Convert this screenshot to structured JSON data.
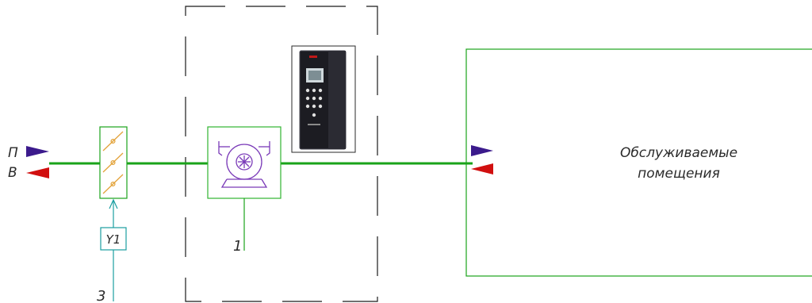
{
  "labels": {
    "supply": "П",
    "return": "В",
    "actuator": "Y1",
    "fan_ref": "1",
    "damper_ref": "3",
    "served_rooms_line1": "Обслуживаемые",
    "served_rooms_line2": "помещения"
  },
  "colors": {
    "duct": "#1aa31a",
    "equipment_outline": "#2fb52f",
    "control_line": "#1a9ea0",
    "damper_blades": "#e3a33a",
    "fan_symbol": "#7a3ab8",
    "supply_arrow": "#3b1a8c",
    "return_arrow": "#d10f0f",
    "boundary": "#1a1a1a"
  },
  "icons": {
    "damper": "air-damper-icon",
    "fan": "centrifugal-fan-icon",
    "drive": "frequency-drive-icon"
  }
}
